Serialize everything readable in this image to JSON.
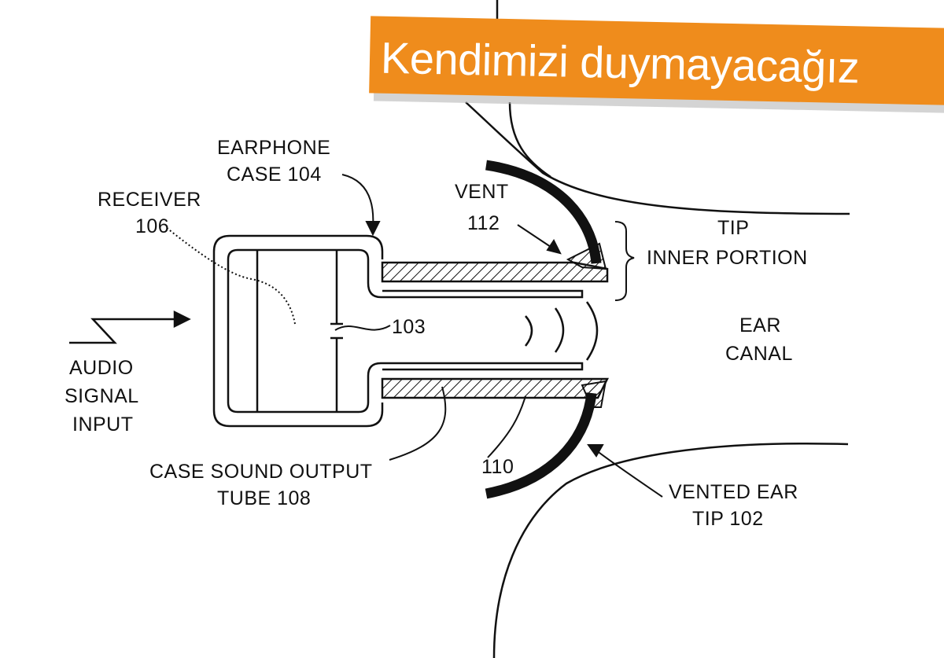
{
  "banner": {
    "text": "Kendimizi duymayacağız",
    "background_color": "#ef8c1c",
    "text_color": "#ffffff"
  },
  "labels": {
    "earphone_case_line1": "EARPHONE",
    "earphone_case_line2": "CASE 104",
    "receiver_line1": "RECEIVER",
    "receiver_line2": "106",
    "vent_line1": "VENT",
    "vent_line2": "112",
    "tip_line1": "TIP",
    "tip_line2": "INNER PORTION",
    "ref_103": "103",
    "ear_canal_line1": "EAR",
    "ear_canal_line2": "CANAL",
    "audio_line1": "AUDIO",
    "audio_line2": "SIGNAL",
    "audio_line3": "INPUT",
    "case_tube_line1": "CASE SOUND OUTPUT",
    "case_tube_line2": "TUBE 108",
    "ref_110": "110",
    "vented_tip_line1": "VENTED EAR",
    "vented_tip_line2": "TIP 102"
  },
  "colors": {
    "line": "#111111",
    "background": "#ffffff"
  }
}
